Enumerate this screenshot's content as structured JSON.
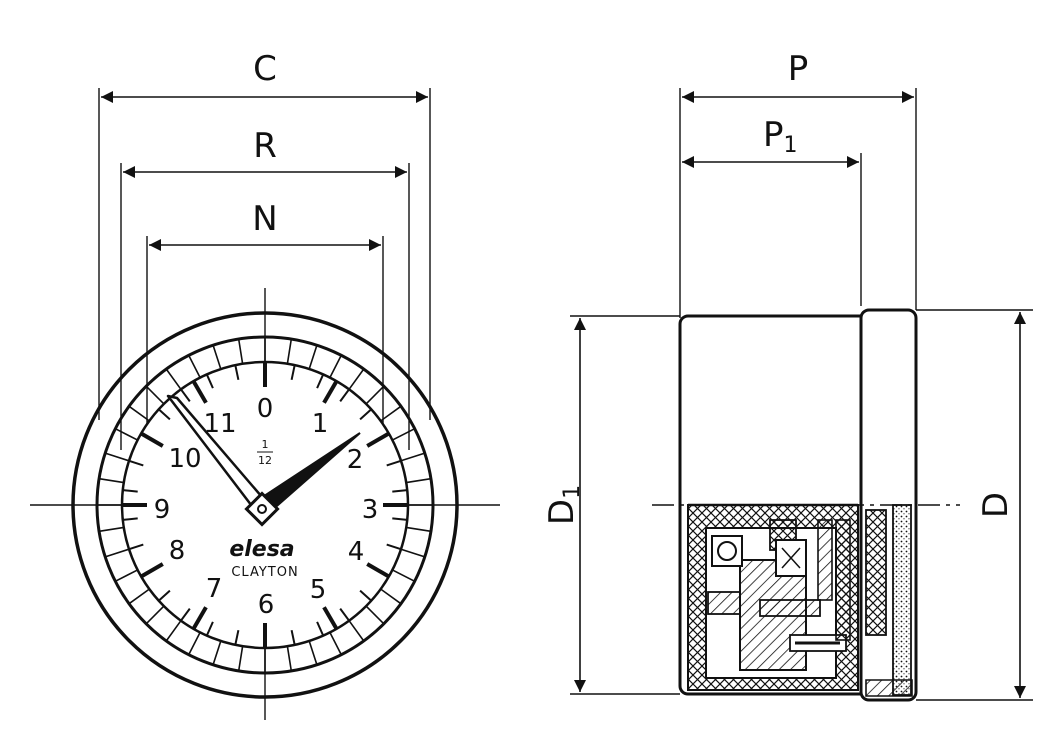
{
  "dimensions": {
    "C": "C",
    "R": "R",
    "N": "N",
    "P": "P",
    "P1_letter": "P",
    "P1_sub": "1",
    "D1_letter": "D",
    "D1_sub": "1",
    "D": "D"
  },
  "dial": {
    "numbers": [
      "0",
      "1",
      "2",
      "3",
      "4",
      "5",
      "6",
      "7",
      "8",
      "9",
      "10",
      "11"
    ],
    "fraction_top": "1",
    "fraction_bottom": "12",
    "brand": "elesa",
    "brand_sub": "CLAYTON"
  },
  "colors": {
    "ink": "#111111",
    "background": "#ffffff"
  }
}
